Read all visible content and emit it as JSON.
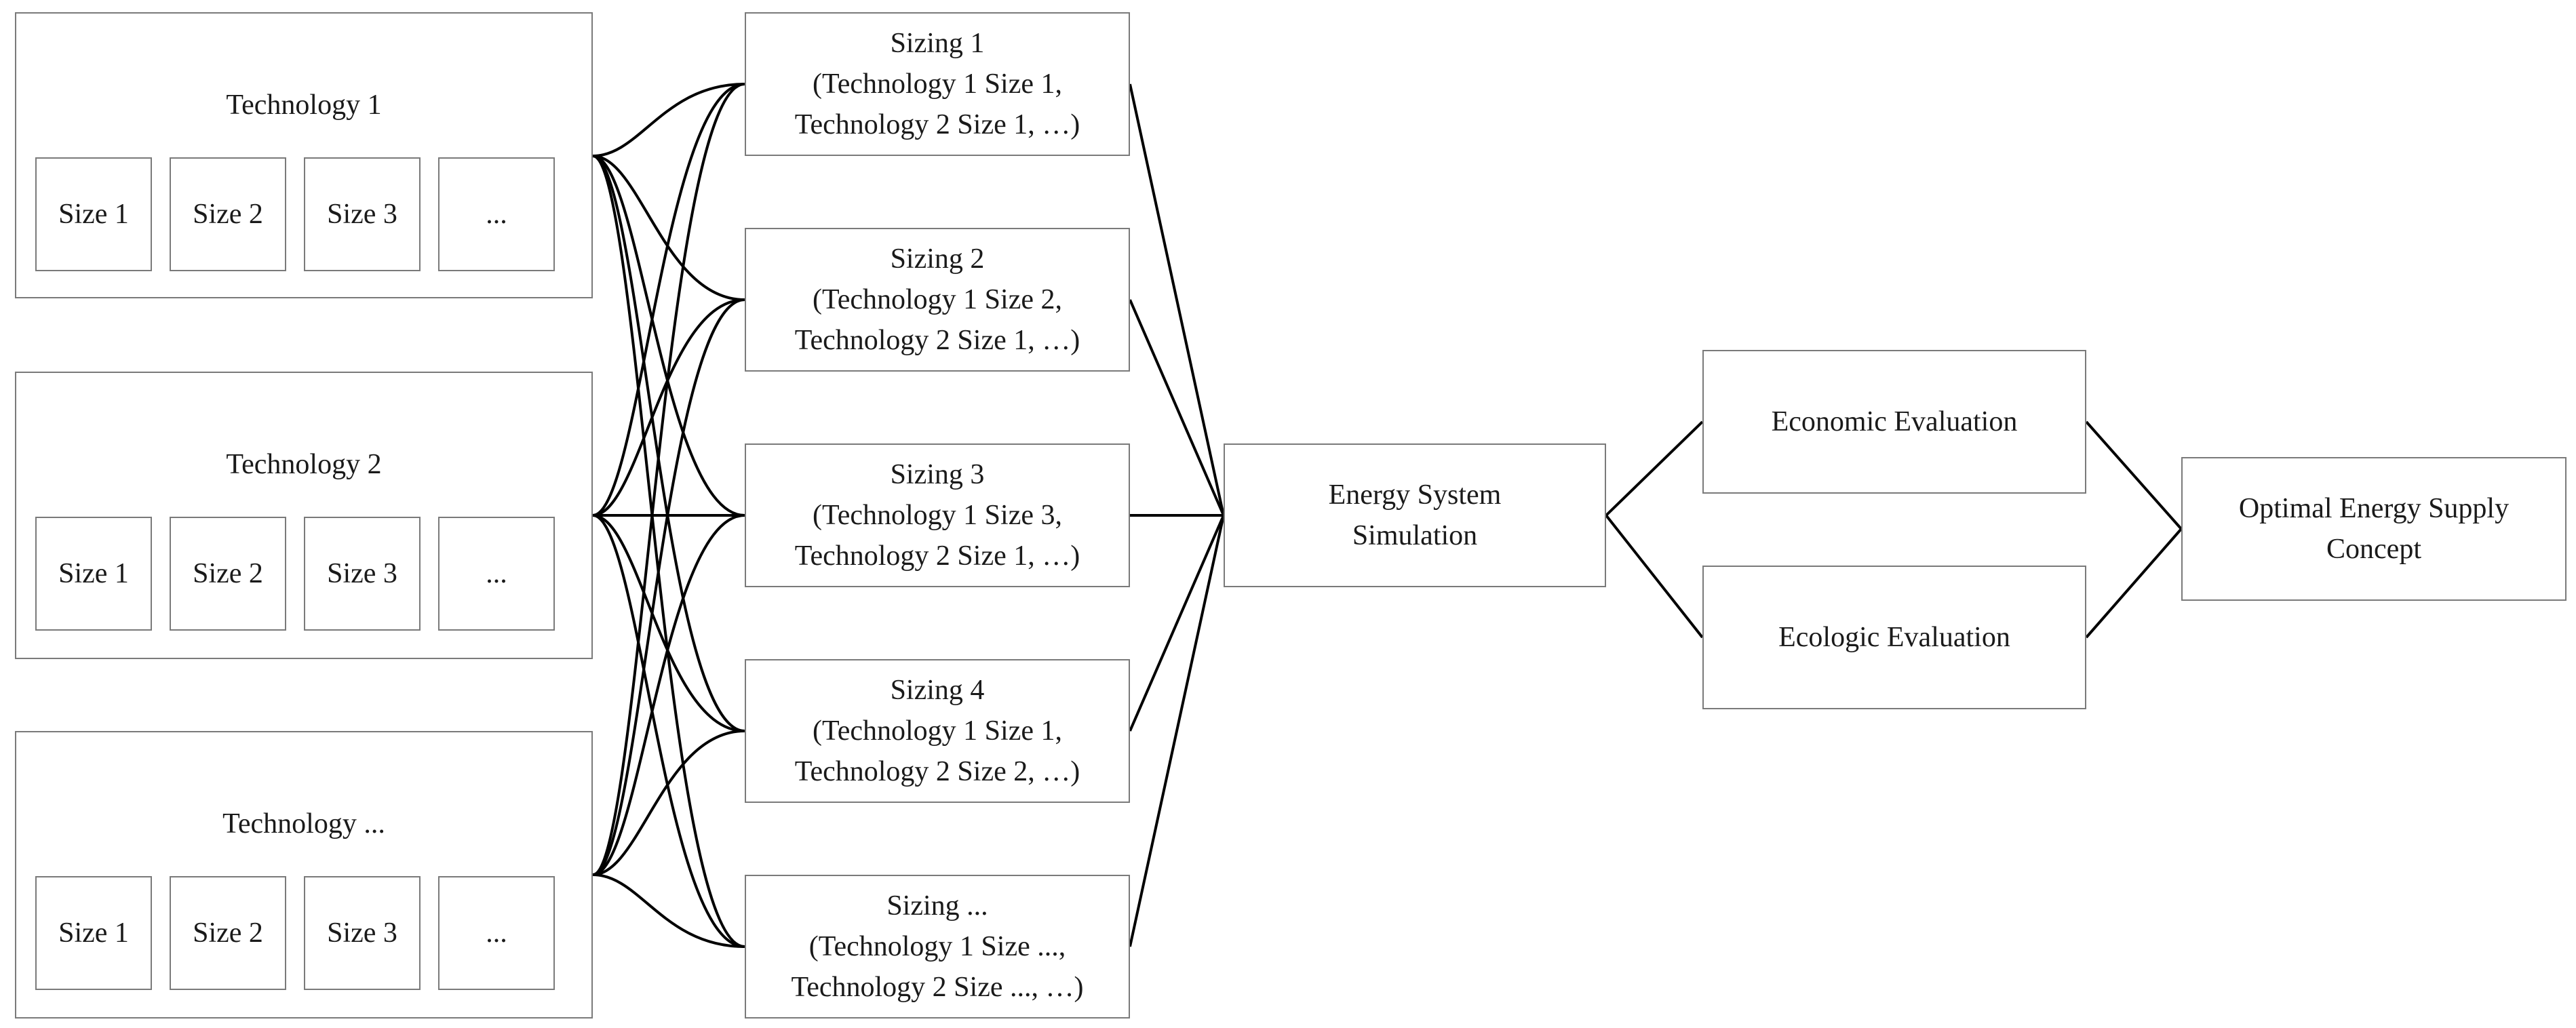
{
  "technologies": [
    {
      "title": "Technology 1",
      "sizes": [
        "Size 1",
        "Size 2",
        "Size 3",
        "..."
      ]
    },
    {
      "title": "Technology 2",
      "sizes": [
        "Size 1",
        "Size 2",
        "Size 3",
        "..."
      ]
    },
    {
      "title": "Technology ...",
      "sizes": [
        "Size 1",
        "Size 2",
        "Size 3",
        "..."
      ]
    }
  ],
  "sizings": [
    {
      "title": "Sizing 1",
      "line1": "(Technology 1 Size 1,",
      "line2": "Technology 2 Size 1, …)"
    },
    {
      "title": "Sizing 2",
      "line1": "(Technology 1 Size 2,",
      "line2": "Technology 2 Size 1, …)"
    },
    {
      "title": "Sizing 3",
      "line1": "(Technology 1 Size 3,",
      "line2": "Technology 2 Size 1, …)"
    },
    {
      "title": "Sizing 4",
      "line1": "(Technology 1 Size 1,",
      "line2": "Technology 2 Size 2, …)"
    },
    {
      "title": "Sizing ...",
      "line1": "(Technology 1 Size ...,",
      "line2": "Technology 2 Size ..., …)"
    }
  ],
  "simulation": {
    "line1": "Energy System",
    "line2": "Simulation"
  },
  "evaluations": {
    "economic": "Economic Evaluation",
    "ecologic": "Ecologic Evaluation"
  },
  "result": {
    "line1": "Optimal Energy Supply",
    "line2": "Concept"
  },
  "colors": {
    "line": "#000000",
    "border": "#7a7a7a",
    "text": "#1a1a1a"
  }
}
